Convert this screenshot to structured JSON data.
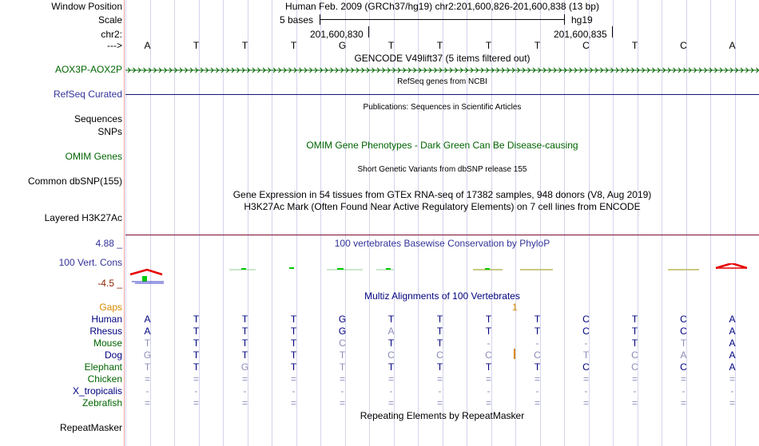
{
  "labels": {
    "window_position": "Window Position",
    "scale": "Scale",
    "chr": "chr2:",
    "arrow": "--->",
    "aox": "AOX3P-AOX2P",
    "refseq": "RefSeq Curated",
    "sequences": "Sequences",
    "snps": "SNPs",
    "omim": "OMIM Genes",
    "common_dbsnp": "Common dbSNP(155)",
    "layered": "Layered H3K27Ac",
    "phylop_max": "4.88 _",
    "vert_cons": "100 Vert. Cons",
    "phylop_min": "-4.5 _",
    "gaps": "Gaps",
    "repeatmasker": "RepeatMasker"
  },
  "header": {
    "position": "Human Feb. 2009 (GRCh37/hg19)   chr2:201,600,826-201,600,838 (13 bp)",
    "scale_text": "5 bases",
    "assembly": "hg19",
    "coord_left": "201,600,830",
    "coord_right": "201,600,835"
  },
  "bases": [
    "A",
    "T",
    "T",
    "T",
    "G",
    "T",
    "T",
    "T",
    "T",
    "C",
    "T",
    "C",
    "A"
  ],
  "tracks": {
    "gencode": "GENCODE V49lift37 (5 items filtered out)",
    "refseq_title": "RefSeq genes from NCBI",
    "publications": "Publications: Sequences in Scientific Articles",
    "omim_title": "OMIM Gene Phenotypes - Dark Green Can Be Disease-causing",
    "dbsnp_title": "Short Genetic Variants from dbSNP release 155",
    "gtex": "Gene Expression in 54 tissues from GTEx RNA-seq of 17382 samples, 948 donors (V8, Aug 2019)",
    "h3k27": "H3K27Ac Mark (Often Found Near Active Regulatory Elements) on 7 cell lines from ENCODE",
    "phylop_title": "100 vertebrates Basewise Conservation by PhyloP",
    "multiz_title": "Multiz Alignments of 100 Vertebrates",
    "gap_count": "1",
    "repeat_title": "Repeating Elements by RepeatMasker"
  },
  "alignment": {
    "species": [
      "Human",
      "Rhesus",
      "Mouse",
      "Dog",
      "Elephant",
      "Chicken",
      "X_tropicalis",
      "Zebrafish"
    ],
    "rows": [
      [
        "A",
        "T",
        "T",
        "T",
        "G",
        "T",
        "T",
        "T",
        "T",
        "C",
        "T",
        "C",
        "A"
      ],
      [
        "A",
        "T",
        "T",
        "T",
        "G",
        "A",
        "T",
        "T",
        "T",
        "C",
        "T",
        "C",
        "A"
      ],
      [
        "T",
        "T",
        "T",
        "T",
        "C",
        "T",
        "T",
        "-",
        "-",
        "-",
        "T",
        "T",
        "A"
      ],
      [
        "G",
        "T",
        "T",
        "T",
        "T",
        "C",
        "C",
        "C",
        "C",
        "T",
        "C",
        "A",
        "A"
      ],
      [
        "T",
        "T",
        "G",
        "T",
        "T",
        "T",
        "T",
        "T",
        "T",
        "C",
        "C",
        "C",
        "A"
      ],
      [
        "=",
        "=",
        "=",
        "=",
        "=",
        "=",
        "=",
        "=",
        "=",
        "=",
        "=",
        "=",
        "="
      ],
      [
        "-",
        "-",
        "-",
        "-",
        "-",
        "-",
        "-",
        "-",
        "-",
        "-",
        "-",
        "-",
        "-"
      ],
      [
        "=",
        "=",
        "=",
        "=",
        "=",
        "=",
        "=",
        "=",
        "=",
        "=",
        "=",
        "=",
        "="
      ]
    ],
    "strong": [
      [
        1,
        1,
        1,
        1,
        1,
        1,
        1,
        1,
        1,
        1,
        1,
        1,
        1
      ],
      [
        1,
        1,
        1,
        1,
        1,
        0,
        1,
        1,
        1,
        1,
        1,
        1,
        1
      ],
      [
        0,
        1,
        1,
        1,
        0,
        1,
        1,
        0,
        0,
        0,
        1,
        0,
        1
      ],
      [
        0,
        1,
        1,
        1,
        0,
        0,
        0,
        0,
        0,
        0,
        0,
        0,
        1
      ],
      [
        0,
        1,
        0,
        1,
        0,
        1,
        1,
        1,
        1,
        1,
        0,
        1,
        1
      ],
      [
        0,
        0,
        0,
        0,
        0,
        0,
        0,
        0,
        0,
        0,
        0,
        0,
        0
      ],
      [
        0,
        0,
        0,
        0,
        0,
        0,
        0,
        0,
        0,
        0,
        0,
        0,
        0
      ],
      [
        0,
        0,
        0,
        0,
        0,
        0,
        0,
        0,
        0,
        0,
        0,
        0,
        0
      ]
    ]
  },
  "colors": {
    "blue_label": "#333399",
    "green_label": "#006400",
    "refseq_line": "#12127a",
    "phylop_min": "#8b2500",
    "gaps": "#d88a00",
    "separator": "#7a0e2e",
    "species_green": "#006400",
    "species_blue": "#000080",
    "strong_base": "#000080",
    "weak_base": "#8c8cba"
  },
  "species_color_keys": [
    "blue",
    "blue",
    "green",
    "blue",
    "green",
    "green",
    "blue",
    "green"
  ]
}
